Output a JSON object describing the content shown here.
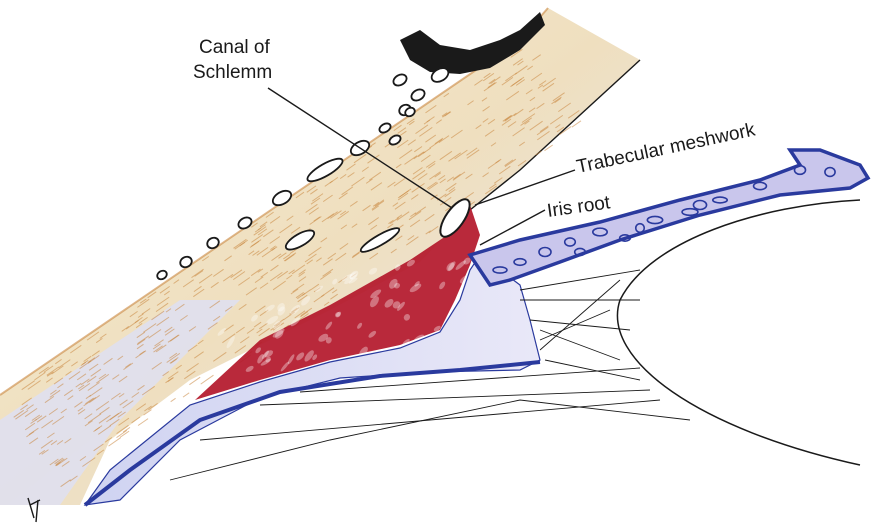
{
  "labels": {
    "canal_line1": "Canal of",
    "canal_line2": "Schlemm",
    "trabecular": "Trabecular meshwork",
    "iris_root": "Iris root"
  },
  "colors": {
    "sclera": "#f1e3c4",
    "scleral_fiber": "#c9873f",
    "tissue_blue": "#dcdcf4",
    "iris_fill": "#c9c6ec",
    "iris_edge": "#2a3a9e",
    "muscle_red": "#b3172a",
    "outline": "#1a1a1a"
  },
  "icons": [
    "canal-of-schlemm-icon",
    "signature-icon"
  ]
}
